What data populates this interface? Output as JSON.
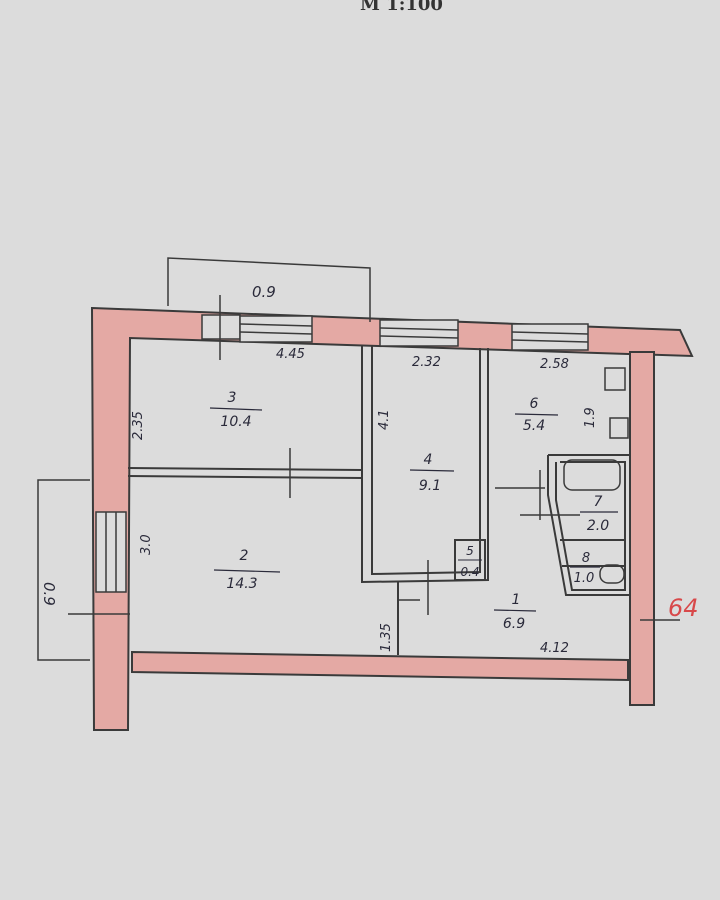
{
  "scale_label": "М 1:100",
  "apartment_number": "64",
  "colors": {
    "paper": "#dcdcdc",
    "wall_fill": "#e4a9a4",
    "ink": "#2a2a3a",
    "red_ink": "#d8494a"
  },
  "rooms": [
    {
      "number": "1",
      "area": "6.9"
    },
    {
      "number": "2",
      "area": "14.3"
    },
    {
      "number": "3",
      "area": "10.4"
    },
    {
      "number": "4",
      "area": "9.1"
    },
    {
      "number": "5",
      "area": "0.4"
    },
    {
      "number": "6",
      "area": "5.4"
    },
    {
      "number": "7",
      "area": "2.0"
    },
    {
      "number": "8",
      "area": "1.0"
    }
  ],
  "dimensions": {
    "top_window": "0.9",
    "left_window": "0.9",
    "room3_width": "4.45",
    "room4_width": "2.32",
    "room6_width": "2.58",
    "room3_depth": "2.35",
    "room2_depth": "3.0",
    "room4_depth": "4.1",
    "room6_depth": "1.9",
    "corridor_bottom": "4.12",
    "corridor_small": "1.35"
  }
}
